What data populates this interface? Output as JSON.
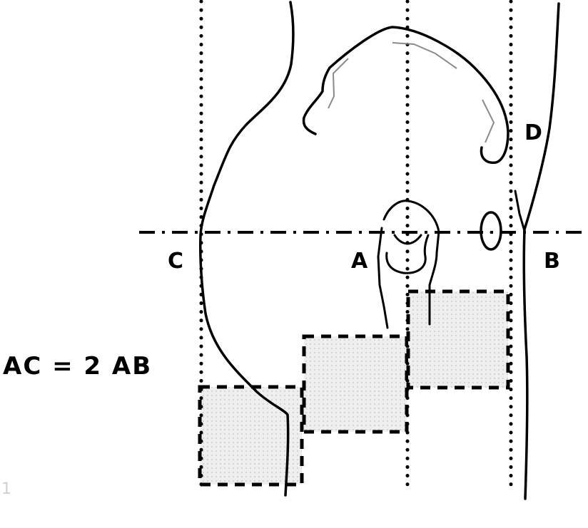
{
  "labels": {
    "point_a": "A",
    "point_b": "B",
    "point_c": "C",
    "point_d": "D",
    "equation": "AC = 2 AB",
    "figure_number": "1"
  },
  "colors": {
    "line": "#000000",
    "secondary_line": "#8a8a8a",
    "box_fill": "#e6e6e6",
    "background": "#ffffff"
  }
}
